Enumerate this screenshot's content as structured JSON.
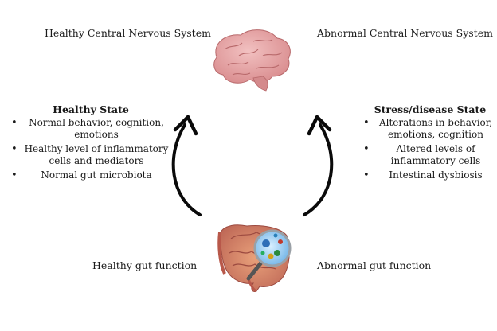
{
  "top": {
    "left_heading": "Healthy Central Nervous System",
    "right_heading": "Abnormal Central Nervous System"
  },
  "left_panel": {
    "title": "Healthy State",
    "items": [
      "Normal behavior, cognition, emotions",
      "Healthy level of inflammatory cells and mediators",
      "Normal gut microbiota"
    ]
  },
  "right_panel": {
    "title": "Stress/disease State",
    "items": [
      "Alterations in behavior, emotions, cognition",
      "Altered levels of inflammatory cells",
      "Intestinal dysbiosis"
    ]
  },
  "bottom": {
    "left_heading": "Healthy gut function",
    "right_heading": "Abnormal gut function"
  },
  "icons": [
    "brain-icon",
    "intestine-icon",
    "magnifier-icon",
    "arrow-up-icon"
  ]
}
